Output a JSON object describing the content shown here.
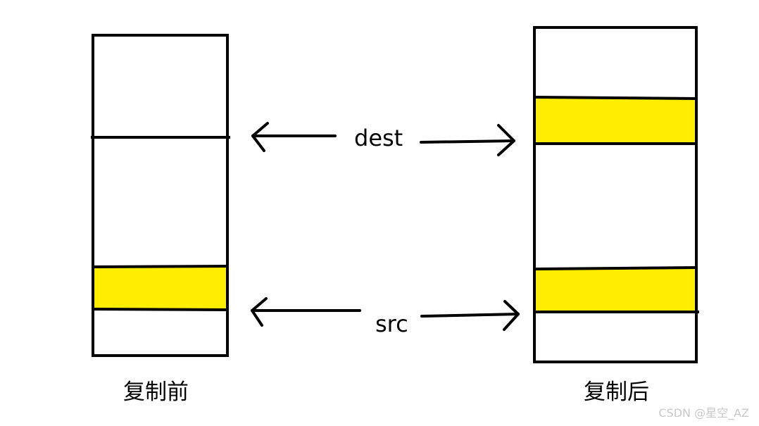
{
  "labels": {
    "dest": "dest",
    "src": "src",
    "before": "复制前",
    "after": "复制后"
  },
  "colors": {
    "highlight": "#ffee00",
    "stroke": "#000000",
    "background": "#ffffff"
  },
  "watermark": "CSDN @星空_AZ"
}
